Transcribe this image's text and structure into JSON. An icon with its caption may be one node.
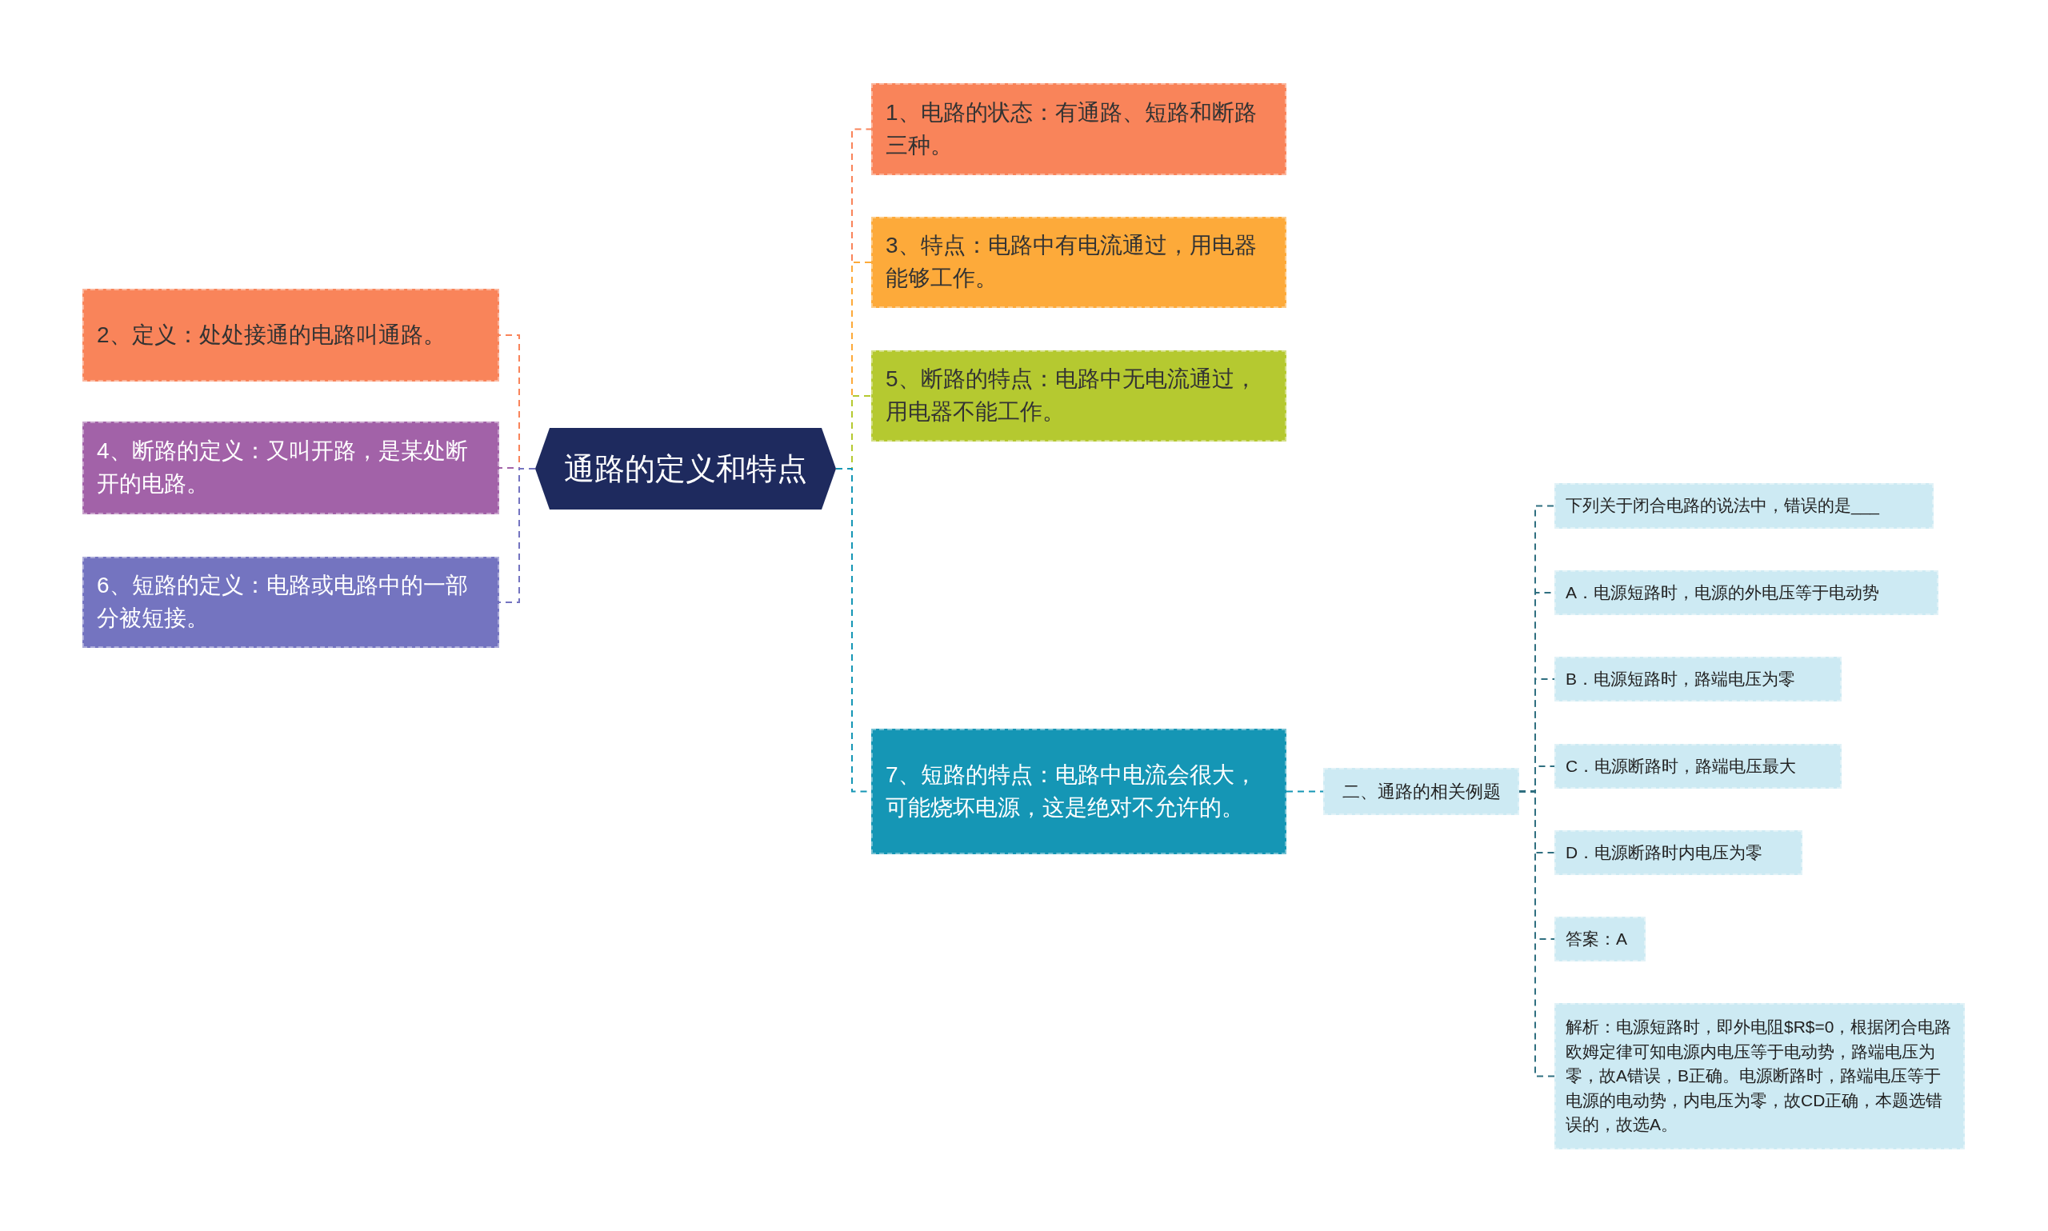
{
  "diagram": {
    "nodes": [
      {
        "text": [
          "通路的定义和特点"
        ]
      },
      {
        "text": [
          "1、电路的状态：有通路、短路和断路三种。"
        ]
      },
      {
        "text": [
          "3、特点：电路中有电流通过，用电器能够工作。"
        ]
      },
      {
        "text": [
          "5、断路的特点：电路中无电流通过，用电器不能工作。"
        ]
      },
      {
        "text": [
          "7、短路的特点：电路中电流会很大，可能烧坏电源，这是绝对不允许的。"
        ]
      },
      {
        "text": [
          "2、定义：处处接通的电路叫通路。"
        ]
      },
      {
        "text": [
          "4、断路的定义：又叫开路，是某处断开的电路。"
        ]
      },
      {
        "text": [
          "6、短路的定义：电路或电路中的一部分被短接。"
        ]
      },
      {
        "text": [
          "二、通路的相关例题"
        ]
      },
      {
        "text": [
          "下列关于闭合电路的说法中，错误的是___"
        ]
      },
      {
        "text": [
          "A．电源短路时，电源的外电压等于电动势"
        ]
      },
      {
        "text": [
          "B．电源短路时，路端电压为零"
        ]
      },
      {
        "text": [
          "C．电源断路时，路端电压最大"
        ]
      },
      {
        "text": [
          "D．电源断路时内电压为零"
        ]
      },
      {
        "text": [
          "答案：A"
        ]
      },
      {
        "text": [
          "解析：电源短路时，即外电阻$R$=0，根据闭合电路欧姆定律可知电源内电压等于电动势，路端电压为零，故A错误，B正确。电源断路时，路端电压等于电源的电动势，内电压为零，故CD正确，本题选错误的，故选A。"
        ]
      }
    ],
    "edges": [
      {
        "from": 0,
        "to": 1,
        "arrow": "none",
        "style": "dashed",
        "color": "#f9845a"
      },
      {
        "from": 0,
        "to": 2,
        "arrow": "none",
        "style": "dashed",
        "color": "#fdaa3a"
      },
      {
        "from": 0,
        "to": 3,
        "arrow": "none",
        "style": "dashed",
        "color": "#b5c930"
      },
      {
        "from": 0,
        "to": 4,
        "arrow": "none",
        "style": "dashed",
        "color": "#1596b5"
      },
      {
        "from": 0,
        "to": 5,
        "arrow": "none",
        "style": "dashed",
        "color": "#f9845a"
      },
      {
        "from": 0,
        "to": 6,
        "arrow": "none",
        "style": "dashed",
        "color": "#a262a8"
      },
      {
        "from": 0,
        "to": 7,
        "arrow": "none",
        "style": "dashed",
        "color": "#7474c0"
      },
      {
        "from": 4,
        "to": 8,
        "arrow": "none",
        "style": "dashed",
        "color": "#1596b5"
      },
      {
        "from": 8,
        "to": 9,
        "arrow": "none",
        "style": "dashed",
        "color": "#2f6f80"
      },
      {
        "from": 8,
        "to": 10,
        "arrow": "none",
        "style": "dashed",
        "color": "#2f6f80"
      },
      {
        "from": 8,
        "to": 11,
        "arrow": "none",
        "style": "dashed",
        "color": "#2f6f80"
      },
      {
        "from": 8,
        "to": 12,
        "arrow": "none",
        "style": "dashed",
        "color": "#2f6f80"
      },
      {
        "from": 8,
        "to": 13,
        "arrow": "none",
        "style": "dashed",
        "color": "#2f6f80"
      },
      {
        "from": 8,
        "to": 14,
        "arrow": "none",
        "style": "dashed",
        "color": "#2f6f80"
      },
      {
        "from": 8,
        "to": 15,
        "arrow": "none",
        "style": "dashed",
        "color": "#2f6f80"
      }
    ]
  }
}
